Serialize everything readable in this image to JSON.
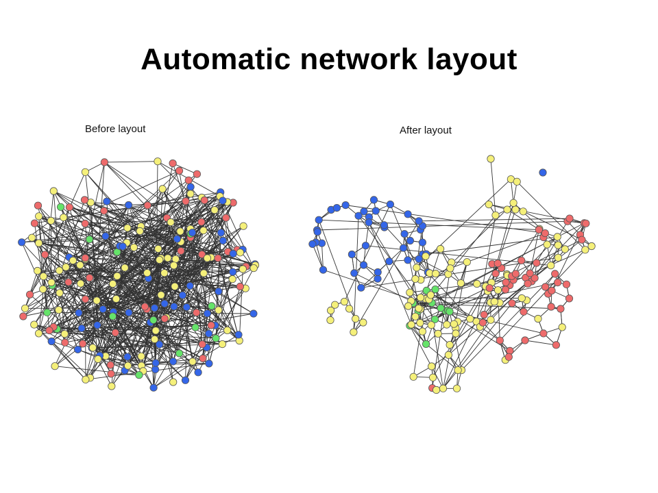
{
  "title": "Automatic network layout",
  "panels": {
    "before": {
      "label": "Before layout"
    },
    "after": {
      "label": "After layout"
    }
  },
  "colors": {
    "blue": "#3466e8",
    "yellow": "#f5f07a",
    "red": "#ee6b6b",
    "green": "#66e36a",
    "edge": "#333333",
    "node_outline": "#555555"
  }
}
